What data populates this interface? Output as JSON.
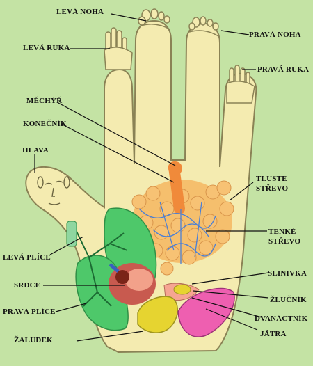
{
  "labels": {
    "leva_noha": "LEVÁ NOHA",
    "prava_noha": "PRAVÁ NOHA",
    "leva_ruka": "LEVÁ RUKA",
    "prava_ruka": "PRAVÁ RUKA",
    "mechyr": "MĚCHÝŘ",
    "konecnik": "KONEČNÍK",
    "hlava": "HLAVA",
    "tluste_strevo_1": "TLUSTÉ",
    "tluste_strevo_2": "STŘEVO",
    "tenke_strevo_1": "TENKÉ",
    "tenke_strevo_2": "STŘEVO",
    "leva_plice": "LEVÁ PLÍCE",
    "slinivka": "SLINIVKA",
    "srdce": "SRDCE",
    "zlucnik": "ŽLUČNÍK",
    "prava_plice": "PRAVÁ PLÍCE",
    "dvanactnik": "DVANÁCTNÍK",
    "jatra": "JÁTRA",
    "zaludek": "ŽALUDEK"
  },
  "colors": {
    "background": "#c4e3a4",
    "hand_fill": "#f4ebb0",
    "hand_outline": "#8a8255",
    "lung": "#4ec86a",
    "intestine": "#f5b762",
    "vessels": "#4a7fd6",
    "liver": "#ee5fb0",
    "stomach": "#e6d430",
    "colon_accent": "#f08a3a"
  }
}
